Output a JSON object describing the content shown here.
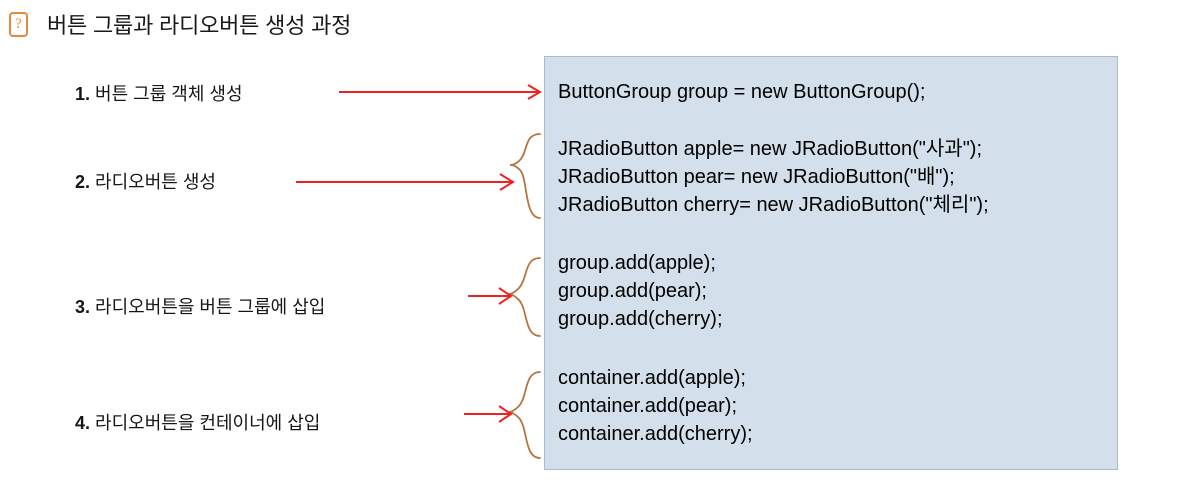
{
  "slide": {
    "title": "버튼 그룹과 라디오버튼 생성 과정",
    "title_icon": "question-mark-icon",
    "title_icon_glyph": "?",
    "colors": {
      "accent_orange": "#E8883A",
      "arrow_red": "#EE2222",
      "brace_brown": "#B5753E",
      "panel_fill": "#d3dfea",
      "panel_border": "#a9bdd2",
      "text": "#161616"
    }
  },
  "steps": [
    {
      "number": "1.",
      "text": "버튼 그룹 객체 생성"
    },
    {
      "number": "2.",
      "text": "라디오버튼 생성"
    },
    {
      "number": "3.",
      "text": "라디오버튼을 버튼 그룹에 삽입"
    },
    {
      "number": "4.",
      "text": "라디오버튼을 컨테이너에 삽입"
    }
  ],
  "code_groups": [
    {
      "id": "create-button-group",
      "lines": [
        "ButtonGroup group = new ButtonGroup();"
      ]
    },
    {
      "id": "create-radio-buttons",
      "lines": [
        "JRadioButton apple= new JRadioButton(\"사과\");",
        "JRadioButton pear= new JRadioButton(\"배\");",
        "JRadioButton cherry= new JRadioButton(\"체리\");"
      ]
    },
    {
      "id": "add-to-group",
      "lines": [
        "group.add(apple);",
        "group.add(pear);",
        "group.add(cherry);"
      ]
    },
    {
      "id": "add-to-container",
      "lines": [
        "container.add(apple);",
        "container.add(pear);",
        "container.add(cherry);"
      ]
    }
  ]
}
